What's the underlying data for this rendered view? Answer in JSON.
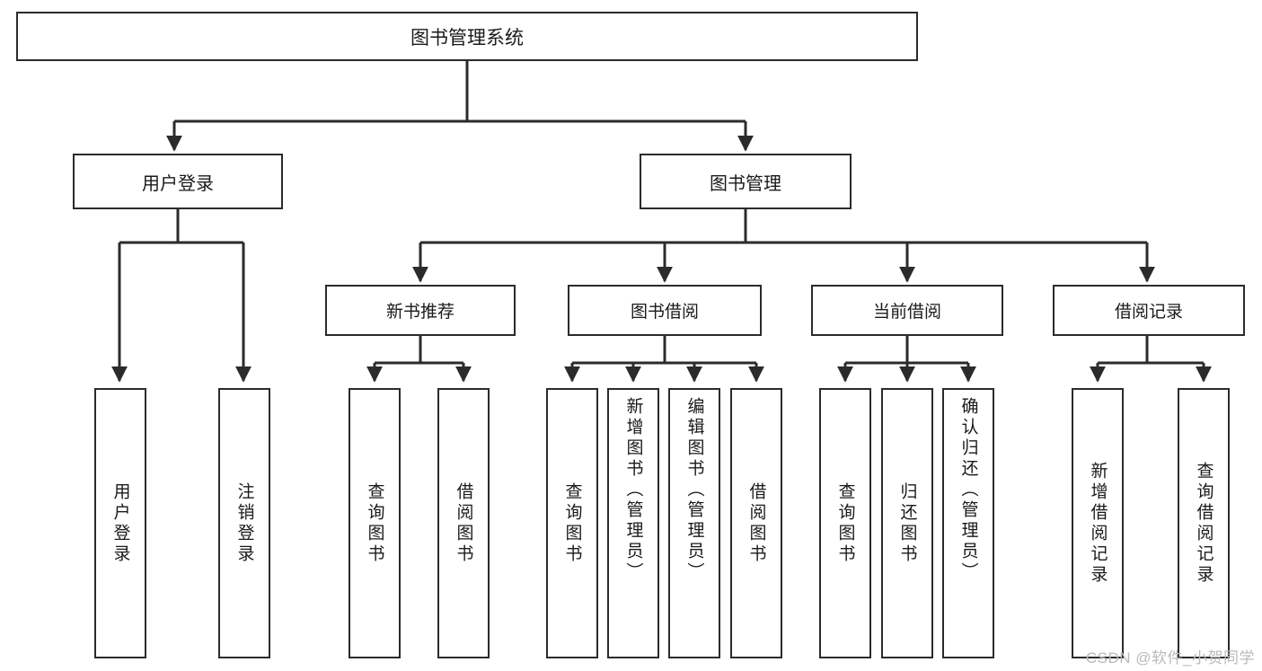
{
  "diagram": {
    "type": "tree",
    "title": "图书管理系统",
    "colors": {
      "box_border": "#2b2b2b",
      "box_fill": "#ffffff",
      "edge": "#2b2b2b",
      "text": "#1a1a1a",
      "watermark": "#b9b9b9"
    },
    "root": {
      "label": "图书管理系统"
    },
    "level2": [
      {
        "id": "user-login",
        "label": "用户登录"
      },
      {
        "id": "book-manage",
        "label": "图书管理"
      }
    ],
    "level3": [
      {
        "id": "new-book-recommend",
        "label": "新书推荐",
        "parent": "book-manage"
      },
      {
        "id": "book-borrow",
        "label": "图书借阅",
        "parent": "book-manage"
      },
      {
        "id": "current-borrow",
        "label": "当前借阅",
        "parent": "book-manage"
      },
      {
        "id": "borrow-record",
        "label": "借阅记录",
        "parent": "book-manage"
      }
    ],
    "leaves": [
      {
        "id": "leaf-user-login",
        "label": "用户登录",
        "parent": "user-login"
      },
      {
        "id": "leaf-logout-login",
        "label": "注销登录",
        "parent": "user-login"
      },
      {
        "id": "leaf-query-book-1",
        "label": "查询图书",
        "parent": "new-book-recommend"
      },
      {
        "id": "leaf-borrow-book-1",
        "label": "借阅图书",
        "parent": "new-book-recommend"
      },
      {
        "id": "leaf-query-book-2",
        "label": "查询图书",
        "parent": "book-borrow"
      },
      {
        "id": "leaf-add-book",
        "label": "新增图书（管理员）",
        "parent": "book-borrow"
      },
      {
        "id": "leaf-edit-book",
        "label": "编辑图书（管理员）",
        "parent": "book-borrow"
      },
      {
        "id": "leaf-borrow-book-2",
        "label": "借阅图书",
        "parent": "book-borrow"
      },
      {
        "id": "leaf-query-book-3",
        "label": "查询图书",
        "parent": "current-borrow"
      },
      {
        "id": "leaf-return-book",
        "label": "归还图书",
        "parent": "current-borrow"
      },
      {
        "id": "leaf-confirm-return",
        "label": "确认归还（管理员）",
        "parent": "current-borrow"
      },
      {
        "id": "leaf-add-record",
        "label": "新增借阅记录",
        "parent": "borrow-record"
      },
      {
        "id": "leaf-query-record",
        "label": "查询借阅记录",
        "parent": "borrow-record"
      }
    ],
    "watermark": "CSDN @软件_小贺同学"
  }
}
